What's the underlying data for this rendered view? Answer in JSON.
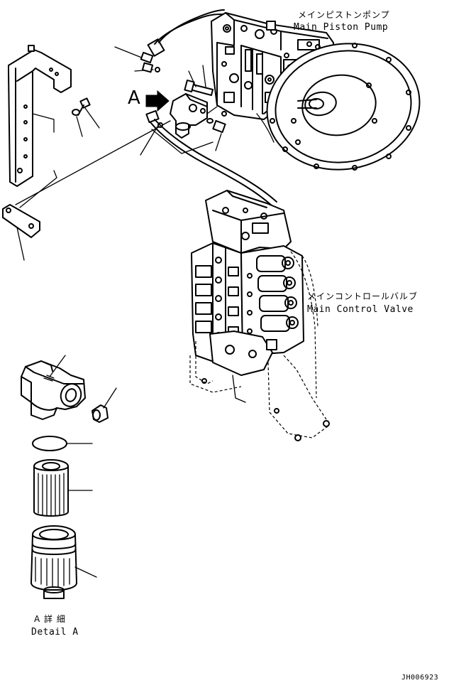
{
  "labels": {
    "pump_jp": "メインピストンポンプ",
    "pump_en": "Main Piston Pump",
    "valve_jp": "メインコントロールバルブ",
    "valve_en": "Main Control Valve",
    "view_marker": "A",
    "detail_jp": "A 詳 細",
    "detail_en": "Detail A",
    "drawing_code": "JH006923"
  }
}
